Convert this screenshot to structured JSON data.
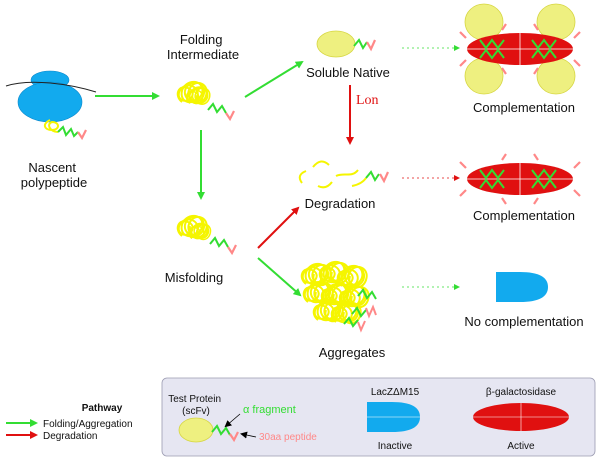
{
  "labels": {
    "nascent": [
      "Nascent",
      "polypeptide"
    ],
    "folding_intermediate": [
      "Folding",
      "Intermediate"
    ],
    "soluble_native": "Soluble Native",
    "lon": "Lon",
    "degradation": "Degradation",
    "misfolding": "Misfolding",
    "aggregates": "Aggregates",
    "complementation_1": "Complementation",
    "complementation_2": "Complementation",
    "no_complementation": "No complementation"
  },
  "pathway_legend": {
    "title": "Pathway",
    "items": [
      {
        "label": "Folding/Aggregation",
        "color": "#33dd33"
      },
      {
        "label": "Degradation",
        "color": "#e01010"
      }
    ]
  },
  "key_panel": {
    "test_protein": [
      "Test Protein",
      "(scFv)"
    ],
    "alpha_fragment": "α fragment",
    "peptide_30aa": "30aa peptide",
    "lacz": "LacZΔM15",
    "lacz_state": "Inactive",
    "beta_gal": "β-galactosidase",
    "beta_gal_state": "Active"
  },
  "colors": {
    "green": "#33dd33",
    "red": "#e01010",
    "yellow": "#f5f500",
    "yellow_blob": "#eef080",
    "blue": "#12aaee",
    "pink": "#ff8888",
    "panel_bg": "#e6e6f2"
  }
}
